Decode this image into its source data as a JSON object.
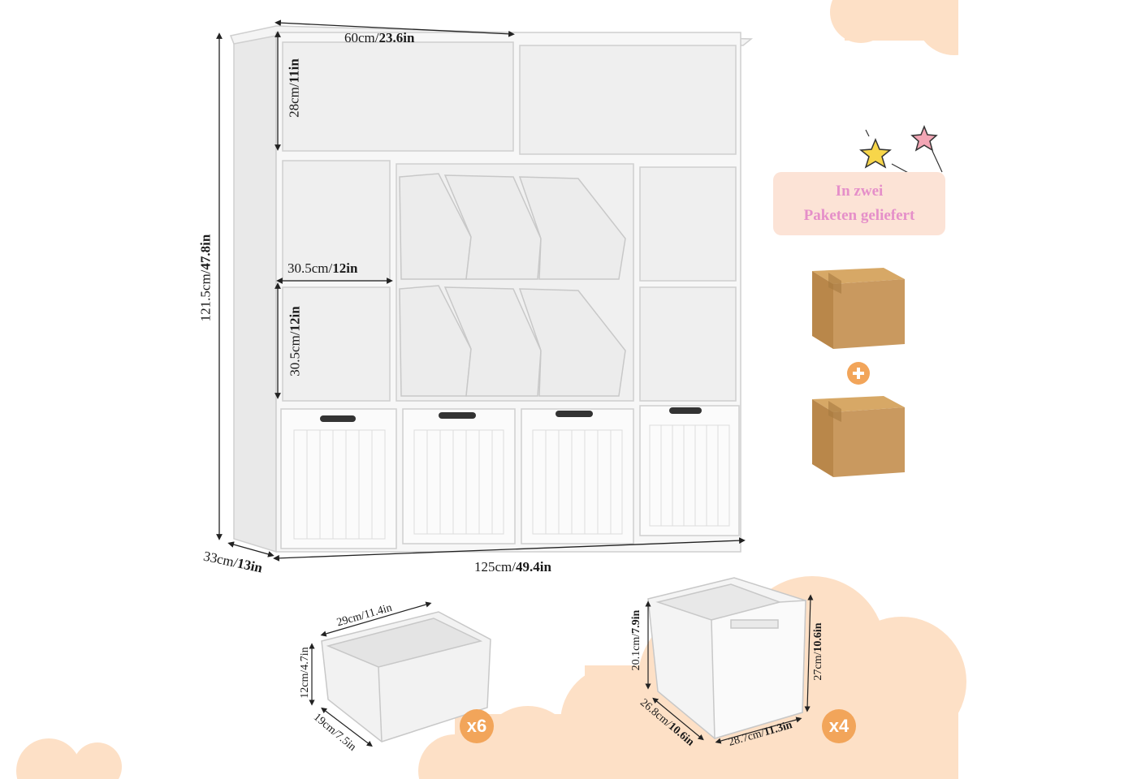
{
  "banner": {
    "line1": "In zwei",
    "line2": "Paketen geliefert"
  },
  "dimensions": {
    "top_width": {
      "cm": "60cm/",
      "in": "23.6in"
    },
    "top_height": {
      "cm": "28cm/",
      "in": "11in"
    },
    "cube_width": {
      "cm": "30.5cm/",
      "in": "12in"
    },
    "cube_height": {
      "cm": "30.5cm/",
      "in": "12in"
    },
    "total_height": {
      "cm": "121.5cm/",
      "in": "47.8in"
    },
    "depth": {
      "cm": "33cm/",
      "in": "13in"
    },
    "total_width": {
      "cm": "125cm/",
      "in": "49.4in"
    }
  },
  "bin": {
    "length": "29cm/11.4in",
    "height": "12cm/4.7in",
    "width": "19cm/7.5in",
    "quantity": "x6"
  },
  "drawer": {
    "height_inner": {
      "cm": "20.1cm/",
      "in": "7.9in"
    },
    "height_outer": {
      "cm": "27cm/",
      "in": "10.6in"
    },
    "depth": {
      "cm": "26.8cm/",
      "in": "10.6in"
    },
    "width": {
      "cm": "28.7cm/",
      "in": "11.3in"
    },
    "quantity": "x4"
  },
  "colors": {
    "accent_orange": "#f2a55a",
    "cloud_peach": "#fde0c6",
    "banner_bg": "#fce3d6",
    "banner_text": "#e58fc9",
    "box_brown": "#c9995f"
  },
  "icons": [
    "star-icon",
    "cardboard-box-icon",
    "plus-icon"
  ]
}
